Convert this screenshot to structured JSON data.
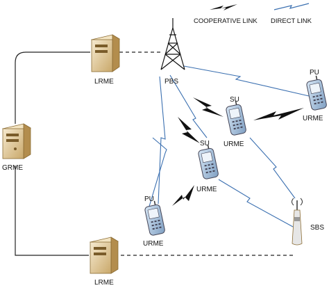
{
  "legend": {
    "cooperative": "COOPERATIVE LINK",
    "direct": "DIRECT LINK"
  },
  "nodes": {
    "lrme_top": "LRME",
    "lrme_bottom": "LRME",
    "grme": "GRME",
    "pbs": "PBS",
    "sbs": "SBS",
    "su_mid": {
      "role": "SU",
      "type": "URME"
    },
    "su_center": {
      "role": "SU",
      "type": "URME"
    },
    "pu_right": {
      "role": "PU",
      "type": "URME"
    },
    "pu_left": {
      "role": "PU",
      "type": "URME"
    }
  },
  "colors": {
    "cooperative_link": "#111111",
    "direct_link": "#3a6fb0",
    "server_fill": "#e9d6a8",
    "phone_fill": "#a9c4e0"
  }
}
